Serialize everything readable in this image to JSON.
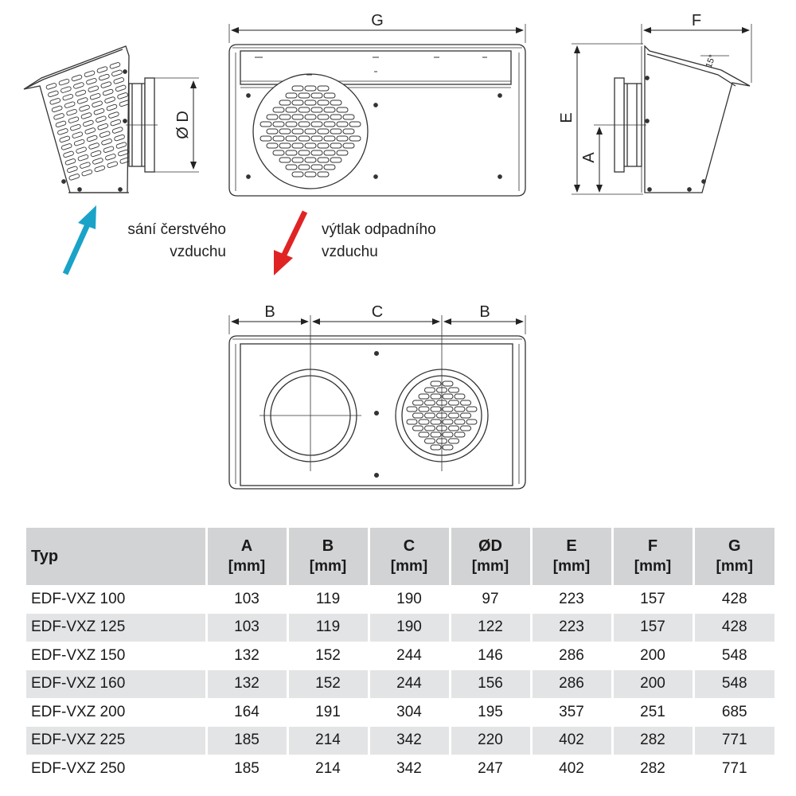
{
  "dimensions": {
    "width_label": "G",
    "depth_label": "F",
    "height_label": "E",
    "spigot_height_label": "A",
    "diameter_label": "Ø D",
    "side_margin_label": "B",
    "center_distance_label": "C",
    "hood_angle_label": "15°"
  },
  "flows": {
    "intake": {
      "line1": "sání čerstvého",
      "line2": "vzduchu",
      "arrow_color": "#1aa3c8"
    },
    "exhaust": {
      "line1": "výtlak odpadního",
      "line2": "vzduchu",
      "arrow_color": "#e02424"
    }
  },
  "table": {
    "columns": [
      {
        "label": "Typ",
        "unit": ""
      },
      {
        "label": "A",
        "unit": "[mm]"
      },
      {
        "label": "B",
        "unit": "[mm]"
      },
      {
        "label": "C",
        "unit": "[mm]"
      },
      {
        "label": "ØD",
        "unit": "[mm]"
      },
      {
        "label": "E",
        "unit": "[mm]"
      },
      {
        "label": "F",
        "unit": "[mm]"
      },
      {
        "label": "G",
        "unit": "[mm]"
      }
    ],
    "rows": [
      [
        "EDF-VXZ 100",
        "103",
        "119",
        "190",
        "97",
        "223",
        "157",
        "428"
      ],
      [
        "EDF-VXZ 125",
        "103",
        "119",
        "190",
        "122",
        "223",
        "157",
        "428"
      ],
      [
        "EDF-VXZ 150",
        "132",
        "152",
        "244",
        "146",
        "286",
        "200",
        "548"
      ],
      [
        "EDF-VXZ 160",
        "132",
        "152",
        "244",
        "156",
        "286",
        "200",
        "548"
      ],
      [
        "EDF-VXZ 200",
        "164",
        "191",
        "304",
        "195",
        "357",
        "251",
        "685"
      ],
      [
        "EDF-VXZ 225",
        "185",
        "214",
        "342",
        "220",
        "402",
        "282",
        "771"
      ],
      [
        "EDF-VXZ 250",
        "185",
        "214",
        "342",
        "247",
        "402",
        "282",
        "771"
      ]
    ]
  }
}
